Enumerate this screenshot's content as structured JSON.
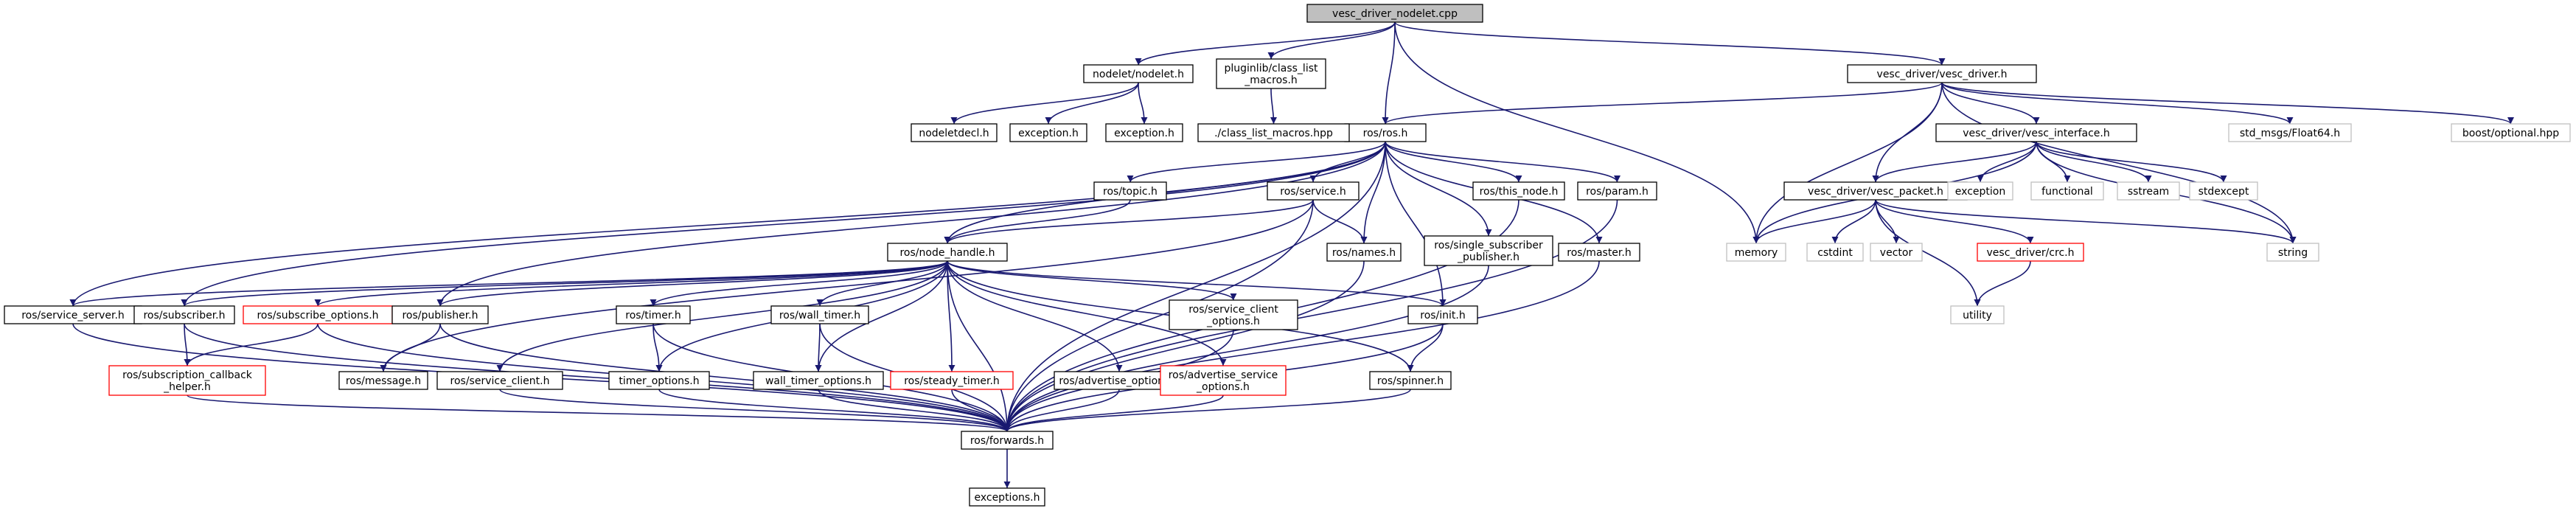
{
  "colors": {
    "edge": "#191970",
    "node_border": "#000000",
    "node_missing_border": "#bfbfbf",
    "node_highlighted_border": "#ff0000",
    "root_fill": "#bfbfbf",
    "node_fill": "#ffffff"
  },
  "nodes": [
    {
      "id": "root",
      "lines": [
        "vesc_driver_nodelet.cpp"
      ],
      "style": "root"
    },
    {
      "id": "nodelet",
      "lines": [
        "nodelet/nodelet.h"
      ],
      "style": "normal"
    },
    {
      "id": "pluginlib",
      "lines": [
        "pluginlib/class_list",
        "_macros.h"
      ],
      "style": "normal"
    },
    {
      "id": "rosros",
      "lines": [
        "ros/ros.h"
      ],
      "style": "normal"
    },
    {
      "id": "vescdriver",
      "lines": [
        "vesc_driver/vesc_driver.h"
      ],
      "style": "normal"
    },
    {
      "id": "nodeletdecl",
      "lines": [
        "nodeletdecl.h"
      ],
      "style": "normal"
    },
    {
      "id": "exception1",
      "lines": [
        "exception.h"
      ],
      "style": "normal"
    },
    {
      "id": "exception2",
      "lines": [
        "exception.h"
      ],
      "style": "normal"
    },
    {
      "id": "classlistmacros",
      "lines": [
        "./class_list_macros.hpp"
      ],
      "style": "normal"
    },
    {
      "id": "memory",
      "lines": [
        "memory"
      ],
      "style": "missing"
    },
    {
      "id": "vescinterface",
      "lines": [
        "vesc_driver/vesc_interface.h"
      ],
      "style": "normal"
    },
    {
      "id": "float64",
      "lines": [
        "std_msgs/Float64.h"
      ],
      "style": "missing"
    },
    {
      "id": "boostoptional",
      "lines": [
        "boost/optional.hpp"
      ],
      "style": "missing"
    },
    {
      "id": "rostopic",
      "lines": [
        "ros/topic.h"
      ],
      "style": "normal"
    },
    {
      "id": "rosservice",
      "lines": [
        "ros/service.h"
      ],
      "style": "normal"
    },
    {
      "id": "rosthisnode",
      "lines": [
        "ros/this_node.h"
      ],
      "style": "normal"
    },
    {
      "id": "rosparam",
      "lines": [
        "ros/param.h"
      ],
      "style": "normal"
    },
    {
      "id": "vescpacket",
      "lines": [
        "vesc_driver/vesc_packet.h"
      ],
      "style": "normal"
    },
    {
      "id": "exception3",
      "lines": [
        "exception"
      ],
      "style": "missing"
    },
    {
      "id": "functional",
      "lines": [
        "functional"
      ],
      "style": "missing"
    },
    {
      "id": "sstream",
      "lines": [
        "sstream"
      ],
      "style": "missing"
    },
    {
      "id": "stdexcept",
      "lines": [
        "stdexcept"
      ],
      "style": "missing"
    },
    {
      "id": "string",
      "lines": [
        "string"
      ],
      "style": "missing"
    },
    {
      "id": "nodehandle",
      "lines": [
        "ros/node_handle.h"
      ],
      "style": "normal"
    },
    {
      "id": "rosnames",
      "lines": [
        "ros/names.h"
      ],
      "style": "normal"
    },
    {
      "id": "singlesub",
      "lines": [
        "ros/single_subscriber",
        "_publisher.h"
      ],
      "style": "normal"
    },
    {
      "id": "rosmaster",
      "lines": [
        "ros/master.h"
      ],
      "style": "normal"
    },
    {
      "id": "cstdint",
      "lines": [
        "cstdint"
      ],
      "style": "missing"
    },
    {
      "id": "vector",
      "lines": [
        "vector"
      ],
      "style": "missing"
    },
    {
      "id": "vesccrc",
      "lines": [
        "vesc_driver/crc.h"
      ],
      "style": "highlighted"
    },
    {
      "id": "utility",
      "lines": [
        "utility"
      ],
      "style": "missing"
    },
    {
      "id": "serviceserver",
      "lines": [
        "ros/service_server.h"
      ],
      "style": "normal"
    },
    {
      "id": "rossubscriber",
      "lines": [
        "ros/subscriber.h"
      ],
      "style": "normal"
    },
    {
      "id": "subopts",
      "lines": [
        "ros/subscribe_options.h"
      ],
      "style": "highlighted"
    },
    {
      "id": "rospublisher",
      "lines": [
        "ros/publisher.h"
      ],
      "style": "normal"
    },
    {
      "id": "rostimer",
      "lines": [
        "ros/timer.h"
      ],
      "style": "normal"
    },
    {
      "id": "walltimer",
      "lines": [
        "ros/wall_timer.h"
      ],
      "style": "normal"
    },
    {
      "id": "svcclientopts",
      "lines": [
        "ros/service_client",
        "_options.h"
      ],
      "style": "normal"
    },
    {
      "id": "rosinit",
      "lines": [
        "ros/init.h"
      ],
      "style": "normal"
    },
    {
      "id": "subcbhelper",
      "lines": [
        "ros/subscription_callback",
        "_helper.h"
      ],
      "style": "highlighted"
    },
    {
      "id": "rosmessage",
      "lines": [
        "ros/message.h"
      ],
      "style": "normal"
    },
    {
      "id": "svcclient",
      "lines": [
        "ros/service_client.h"
      ],
      "style": "normal"
    },
    {
      "id": "timeropts",
      "lines": [
        "timer_options.h"
      ],
      "style": "normal"
    },
    {
      "id": "walltimeropts",
      "lines": [
        "wall_timer_options.h"
      ],
      "style": "normal"
    },
    {
      "id": "steadytimer",
      "lines": [
        "ros/steady_timer.h"
      ],
      "style": "highlighted"
    },
    {
      "id": "advopts",
      "lines": [
        "ros/advertise_options.h"
      ],
      "style": "normal"
    },
    {
      "id": "advsvcopts",
      "lines": [
        "ros/advertise_service",
        "_options.h"
      ],
      "style": "highlighted"
    },
    {
      "id": "rosspinner",
      "lines": [
        "ros/spinner.h"
      ],
      "style": "normal"
    },
    {
      "id": "forwards",
      "lines": [
        "ros/forwards.h"
      ],
      "style": "normal"
    },
    {
      "id": "exceptions",
      "lines": [
        "exceptions.h"
      ],
      "style": "normal"
    }
  ],
  "edges": [
    [
      "root",
      "nodelet"
    ],
    [
      "root",
      "pluginlib"
    ],
    [
      "root",
      "rosros"
    ],
    [
      "root",
      "vescdriver"
    ],
    [
      "root",
      "memory"
    ],
    [
      "nodelet",
      "nodeletdecl"
    ],
    [
      "nodelet",
      "exception1"
    ],
    [
      "nodelet",
      "exception2"
    ],
    [
      "pluginlib",
      "classlistmacros"
    ],
    [
      "vescdriver",
      "rosros"
    ],
    [
      "vescdriver",
      "memory"
    ],
    [
      "vescdriver",
      "vescinterface"
    ],
    [
      "vescdriver",
      "vescpacket"
    ],
    [
      "vescdriver",
      "string"
    ],
    [
      "vescdriver",
      "float64"
    ],
    [
      "vescdriver",
      "boostoptional"
    ],
    [
      "vescinterface",
      "memory"
    ],
    [
      "vescinterface",
      "vescpacket"
    ],
    [
      "vescinterface",
      "exception3"
    ],
    [
      "vescinterface",
      "functional"
    ],
    [
      "vescinterface",
      "sstream"
    ],
    [
      "vescinterface",
      "stdexcept"
    ],
    [
      "vescinterface",
      "string"
    ],
    [
      "vescpacket",
      "memory"
    ],
    [
      "vescpacket",
      "cstdint"
    ],
    [
      "vescpacket",
      "vector"
    ],
    [
      "vescpacket",
      "vesccrc"
    ],
    [
      "vescpacket",
      "utility"
    ],
    [
      "vescpacket",
      "string"
    ],
    [
      "vesccrc",
      "utility"
    ],
    [
      "rosros",
      "rostopic"
    ],
    [
      "rosros",
      "rosservice"
    ],
    [
      "rosros",
      "rosthisnode"
    ],
    [
      "rosros",
      "rosparam"
    ],
    [
      "rosros",
      "nodehandle"
    ],
    [
      "rosros",
      "rosnames"
    ],
    [
      "rosros",
      "singlesub"
    ],
    [
      "rosros",
      "rosmaster"
    ],
    [
      "rosros",
      "serviceserver"
    ],
    [
      "rosros",
      "rossubscriber"
    ],
    [
      "rosros",
      "rospublisher"
    ],
    [
      "rosros",
      "rosinit"
    ],
    [
      "rosros",
      "forwards"
    ],
    [
      "rostopic",
      "nodehandle"
    ],
    [
      "rosservice",
      "nodehandle"
    ],
    [
      "rosservice",
      "rosnames"
    ],
    [
      "rosservice",
      "rosmessage"
    ],
    [
      "rosservice",
      "forwards"
    ],
    [
      "rosthisnode",
      "forwards"
    ],
    [
      "rosparam",
      "forwards"
    ],
    [
      "rosnames",
      "forwards"
    ],
    [
      "singlesub",
      "forwards"
    ],
    [
      "rosmaster",
      "forwards"
    ],
    [
      "nodehandle",
      "serviceserver"
    ],
    [
      "nodehandle",
      "rossubscriber"
    ],
    [
      "nodehandle",
      "subopts"
    ],
    [
      "nodehandle",
      "rospublisher"
    ],
    [
      "nodehandle",
      "rostimer"
    ],
    [
      "nodehandle",
      "walltimer"
    ],
    [
      "nodehandle",
      "svcclientopts"
    ],
    [
      "nodehandle",
      "rosinit"
    ],
    [
      "nodehandle",
      "svcclient"
    ],
    [
      "nodehandle",
      "timeropts"
    ],
    [
      "nodehandle",
      "walltimeropts"
    ],
    [
      "nodehandle",
      "steadytimer"
    ],
    [
      "nodehandle",
      "advopts"
    ],
    [
      "nodehandle",
      "advsvcopts"
    ],
    [
      "nodehandle",
      "rosspinner"
    ],
    [
      "nodehandle",
      "forwards"
    ],
    [
      "serviceserver",
      "forwards"
    ],
    [
      "rossubscriber",
      "subcbhelper"
    ],
    [
      "rossubscriber",
      "forwards"
    ],
    [
      "subopts",
      "subcbhelper"
    ],
    [
      "subopts",
      "forwards"
    ],
    [
      "rospublisher",
      "rosmessage"
    ],
    [
      "rospublisher",
      "forwards"
    ],
    [
      "rostimer",
      "timeropts"
    ],
    [
      "rostimer",
      "forwards"
    ],
    [
      "walltimer",
      "walltimeropts"
    ],
    [
      "walltimer",
      "forwards"
    ],
    [
      "svcclientopts",
      "forwards"
    ],
    [
      "rosinit",
      "rosspinner"
    ],
    [
      "rosinit",
      "forwards"
    ],
    [
      "subcbhelper",
      "forwards"
    ],
    [
      "svcclient",
      "forwards"
    ],
    [
      "timeropts",
      "forwards"
    ],
    [
      "walltimeropts",
      "forwards"
    ],
    [
      "steadytimer",
      "forwards"
    ],
    [
      "advopts",
      "forwards"
    ],
    [
      "advsvcopts",
      "forwards"
    ],
    [
      "rosspinner",
      "forwards"
    ],
    [
      "forwards",
      "exceptions"
    ]
  ]
}
